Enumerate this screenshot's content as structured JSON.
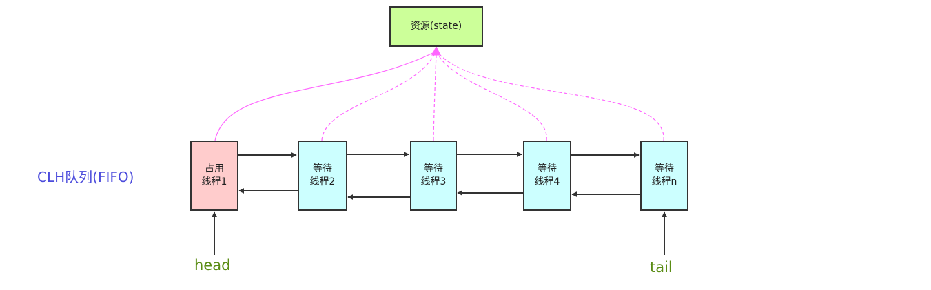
{
  "diagram": {
    "queue_label": "CLH队列(FIFO)",
    "resource": {
      "label": "资源(state)",
      "color": "#ccff99"
    },
    "nodes": [
      {
        "line1": "占用",
        "line2": "线程1",
        "color": "#ffcccc",
        "state": "occupying"
      },
      {
        "line1": "等待",
        "line2": "线程2",
        "color": "#ccffff",
        "state": "waiting"
      },
      {
        "line1": "等待",
        "line2": "线程3",
        "color": "#ccffff",
        "state": "waiting"
      },
      {
        "line1": "等待",
        "line2": "线程4",
        "color": "#ccffff",
        "state": "waiting"
      },
      {
        "line1": "等待",
        "line2": "线程n",
        "color": "#ccffff",
        "state": "waiting"
      }
    ],
    "head_label": "head",
    "tail_label": "tail",
    "colors": {
      "link": "#ff66ff",
      "arrow": "#333333",
      "queue_label": "#4b4bdc",
      "pointer_label": "#5a8c14"
    }
  }
}
